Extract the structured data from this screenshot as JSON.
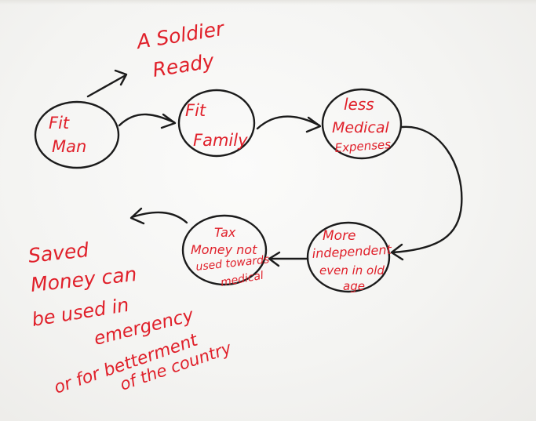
{
  "colors": {
    "ink_red": "#e0202a",
    "ink_black": "#1b1b1b",
    "paper": "#f4f4f2"
  },
  "top_note": {
    "line1": "A Soldier",
    "line2": "Ready"
  },
  "nodes": {
    "fit_man": {
      "line1": "Fit",
      "line2": "Man"
    },
    "fit_family": {
      "line1": "Fit",
      "line2": "Family"
    },
    "less_medical": {
      "line1": "less",
      "line2": "Medical",
      "line3": "Expenses"
    },
    "more_independent": {
      "line1": "More",
      "line2": "independent",
      "line3": "even in old",
      "line4": "age"
    },
    "tax_money": {
      "line1": "Tax",
      "line2": "Money not",
      "line3": "used towards",
      "line4": "medical"
    }
  },
  "side_note": {
    "line1": "Saved",
    "line2": "Money can",
    "line3": "be used in",
    "line4": "emergency",
    "line5": "or for betterment",
    "line6": "of the country"
  }
}
